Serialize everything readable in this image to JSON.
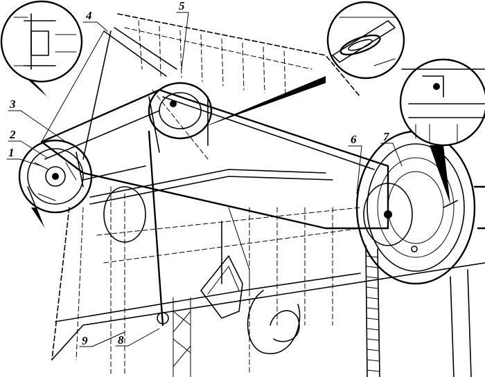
{
  "diagram": {
    "callouts": [
      {
        "id": "1",
        "label": "1"
      },
      {
        "id": "2",
        "label": "2"
      },
      {
        "id": "3",
        "label": "3"
      },
      {
        "id": "4",
        "label": "4"
      },
      {
        "id": "5",
        "label": "5"
      },
      {
        "id": "6",
        "label": "6"
      },
      {
        "id": "7",
        "label": "7"
      },
      {
        "id": "8",
        "label": "8"
      },
      {
        "id": "9",
        "label": "9"
      }
    ],
    "insets": [
      {
        "id": "left",
        "icon": "tensioner-detail"
      },
      {
        "id": "top",
        "icon": "slot-detail"
      },
      {
        "id": "right",
        "icon": "bracket-detail"
      }
    ]
  }
}
